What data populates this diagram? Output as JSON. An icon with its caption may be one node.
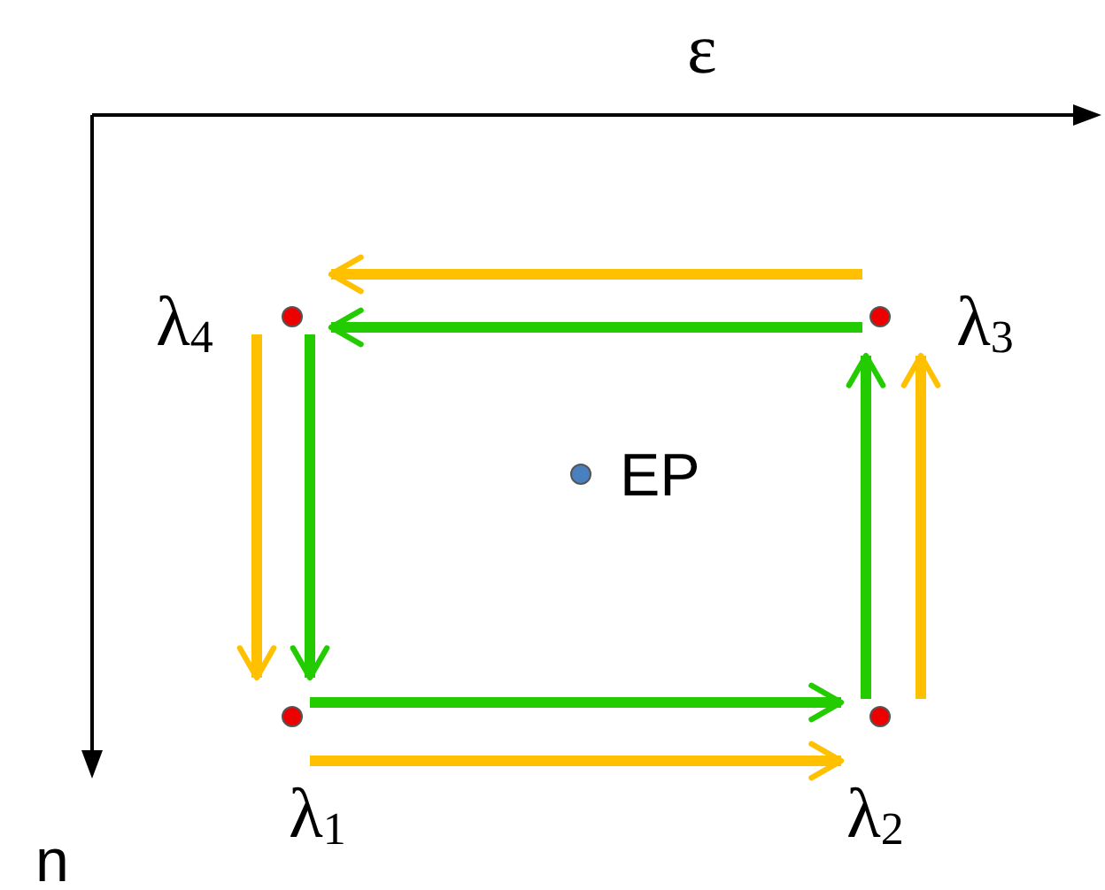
{
  "diagram": {
    "nodes": [
      {
        "text": [],
        "shape": "circle",
        "beside": [
          "λ$_{1}$"
        ]
      },
      {
        "text": [],
        "shape": "circle",
        "beside": [
          "λ$_{2}$"
        ]
      },
      {
        "text": [],
        "shape": "circle",
        "beside": [
          "λ$_{3}$"
        ]
      },
      {
        "text": [],
        "shape": "circle",
        "beside": [
          "λ$_{4}$"
        ]
      },
      {
        "text": [],
        "shape": "circle",
        "beside": [
          "EP"
        ]
      }
    ],
    "edges": [
      {
        "from": 0,
        "to": 1,
        "arrow": "to",
        "color": "#22cc00"
      },
      {
        "from": 1,
        "to": 2,
        "arrow": "to",
        "color": "#22cc00"
      },
      {
        "from": 2,
        "to": 3,
        "arrow": "to",
        "color": "#22cc00"
      },
      {
        "from": 3,
        "to": 0,
        "arrow": "to",
        "color": "#22cc00"
      },
      {
        "from": 0,
        "to": 1,
        "arrow": "to",
        "color": "#ffc000"
      },
      {
        "from": 1,
        "to": 2,
        "arrow": "to",
        "color": "#ffc000"
      },
      {
        "from": 2,
        "to": 3,
        "arrow": "to",
        "color": "#ffc000"
      },
      {
        "from": 3,
        "to": 0,
        "arrow": "to",
        "color": "#ffc000"
      }
    ],
    "labels": [
      "ε",
      "n"
    ]
  }
}
